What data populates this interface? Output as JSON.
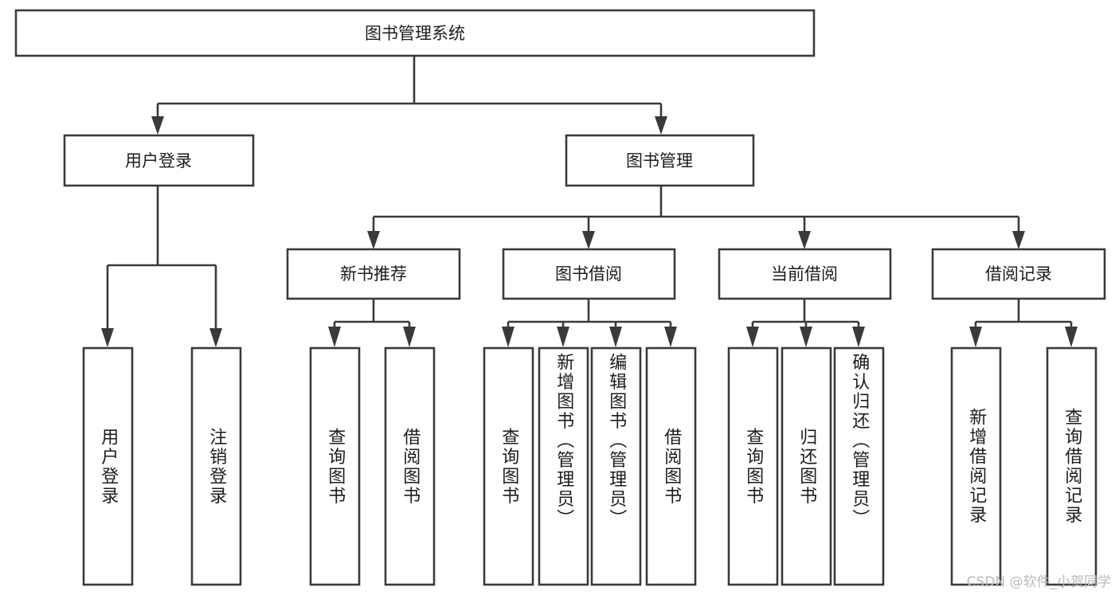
{
  "diagram": {
    "title": "图书管理系统",
    "type": "hierarchy-tree",
    "root": {
      "id": "root",
      "label": "图书管理系统",
      "orientation": "horizontal"
    },
    "level2": [
      {
        "id": "user-login",
        "label": "用户登录",
        "orientation": "horizontal"
      },
      {
        "id": "book-manage",
        "label": "图书管理",
        "orientation": "horizontal"
      }
    ],
    "level3": [
      {
        "id": "new-book-recommend",
        "label": "新书推荐",
        "orientation": "horizontal",
        "parent": "book-manage"
      },
      {
        "id": "book-borrow",
        "label": "图书借阅",
        "orientation": "horizontal",
        "parent": "book-manage"
      },
      {
        "id": "current-borrow",
        "label": "当前借阅",
        "orientation": "horizontal",
        "parent": "book-manage"
      },
      {
        "id": "borrow-record",
        "label": "借阅记录",
        "orientation": "horizontal",
        "parent": "book-manage"
      }
    ],
    "leaves": [
      {
        "id": "leaf-user-login",
        "label": "用户登录",
        "orientation": "vertical",
        "parent": "user-login"
      },
      {
        "id": "leaf-user-logout",
        "label": "注销登录",
        "orientation": "vertical",
        "parent": "user-login"
      },
      {
        "id": "leaf-query-book-1",
        "label": "查询图书",
        "orientation": "vertical",
        "parent": "new-book-recommend"
      },
      {
        "id": "leaf-borrow-book-1",
        "label": "借阅图书",
        "orientation": "vertical",
        "parent": "new-book-recommend"
      },
      {
        "id": "leaf-query-book-2",
        "label": "查询图书",
        "orientation": "vertical",
        "parent": "book-borrow"
      },
      {
        "id": "leaf-add-book",
        "label": "新增图书（管理员）",
        "orientation": "vertical",
        "parent": "book-borrow"
      },
      {
        "id": "leaf-edit-book",
        "label": "编辑图书（管理员）",
        "orientation": "vertical",
        "parent": "book-borrow"
      },
      {
        "id": "leaf-borrow-book-2",
        "label": "借阅图书",
        "orientation": "vertical",
        "parent": "book-borrow"
      },
      {
        "id": "leaf-query-book-3",
        "label": "查询图书",
        "orientation": "vertical",
        "parent": "current-borrow"
      },
      {
        "id": "leaf-return-book",
        "label": "归还图书",
        "orientation": "vertical",
        "parent": "current-borrow"
      },
      {
        "id": "leaf-confirm-return",
        "label": "确认归还（管理员）",
        "orientation": "vertical",
        "parent": "current-borrow"
      },
      {
        "id": "leaf-add-record",
        "label": "新增借阅记录",
        "orientation": "vertical",
        "parent": "borrow-record"
      },
      {
        "id": "leaf-query-record",
        "label": "查询借阅记录",
        "orientation": "vertical",
        "parent": "borrow-record"
      }
    ],
    "colors": {
      "box_stroke": "#3a3a3a",
      "box_fill": "#ffffff",
      "connector": "#3a3a3a",
      "text": "#1c1c1c",
      "background": "#ffffff",
      "watermark": "#b9b9b9"
    }
  },
  "watermark": {
    "text": "CSDN @软件_小贺同学"
  }
}
